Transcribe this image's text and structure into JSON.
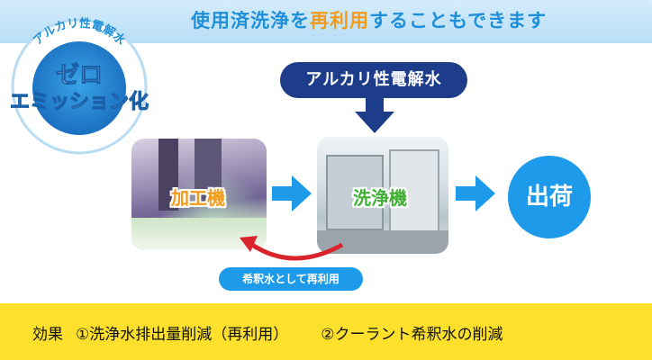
{
  "header": {
    "text_before": "使用済洗浄を",
    "text_highlight": "再利用",
    "text_after": "することもできます",
    "highlight_color": "#f29a1a",
    "text_color": "#1e8fd8"
  },
  "badge": {
    "arc_text": "アルカリ性電解水",
    "line1": "ゼロ",
    "line2": "エミッション化"
  },
  "supply": {
    "label": "アルカリ性電解水"
  },
  "steps": [
    {
      "label": "加工機",
      "color": "#f29a1a"
    },
    {
      "label": "洗浄機",
      "color": "#3eb035"
    },
    {
      "label": "出荷",
      "color": "#1d9bea"
    }
  ],
  "reuse": {
    "label": "希釈水として再利用",
    "arrow_color": "#d9242b"
  },
  "effects": {
    "title": "効果",
    "item1": "①洗浄水排出量削減（再利用）",
    "item2": "②クーラント希釈水の削減"
  },
  "colors": {
    "accent_blue": "#1d9bea",
    "navy": "#1d3c8a",
    "footer_yellow": "#fce02c"
  }
}
